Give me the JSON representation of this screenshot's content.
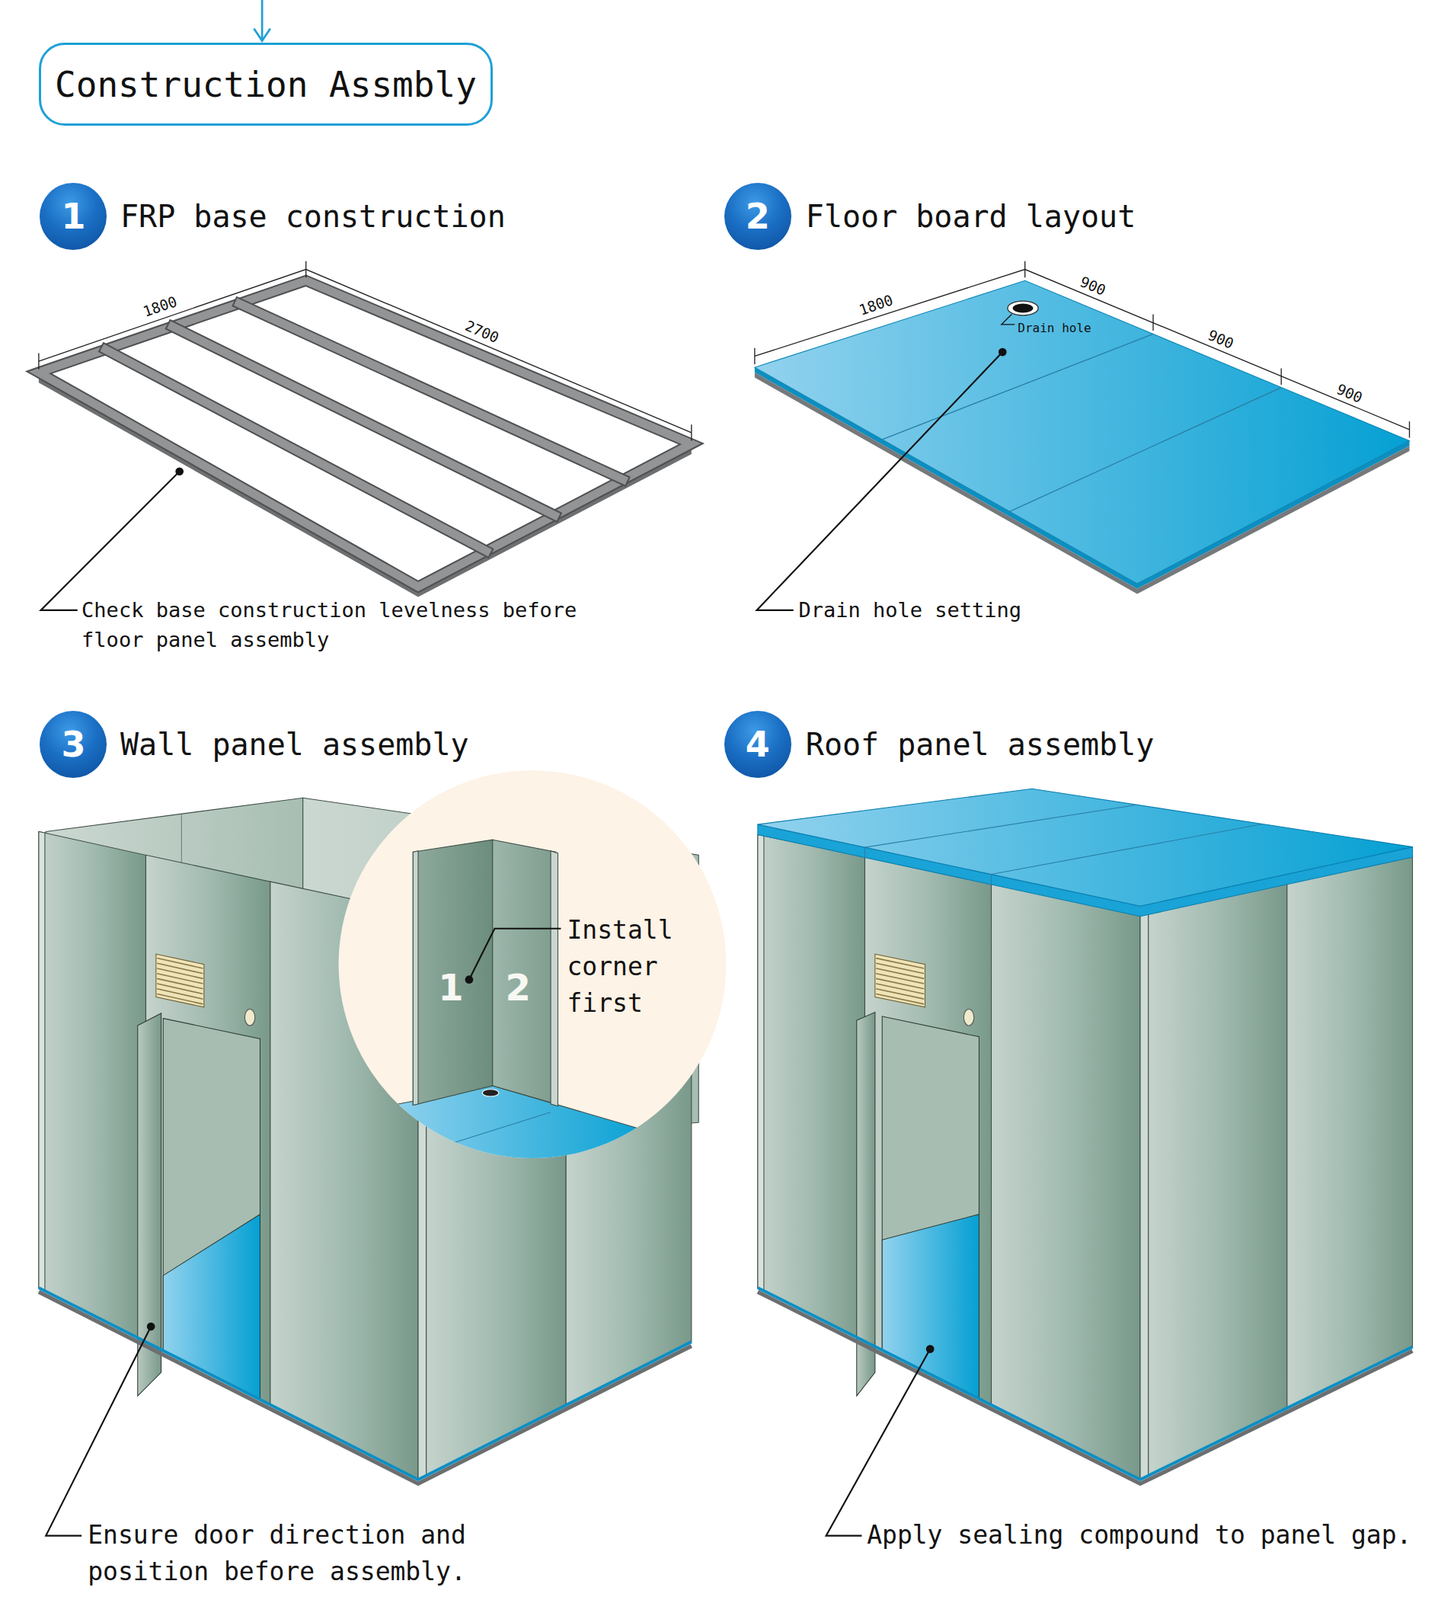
{
  "diagram": {
    "title": "Construction Assmbly",
    "nodes": [
      {
        "text": [
          "1",
          "FRP base construction"
        ]
      },
      {
        "text": [
          "2",
          "Floor board layout"
        ]
      },
      {
        "text": [
          "3",
          "Wall panel assembly"
        ]
      },
      {
        "text": [
          "1",
          "2",
          "Install corner first"
        ]
      },
      {
        "text": [
          "4",
          "Roof panel assembly"
        ]
      }
    ],
    "labels": [
      "1800",
      "2700",
      "Check base construction levelness before floor panel assembly",
      "1800",
      "900",
      "900",
      "900",
      "Drain hole",
      "Drain hole setting",
      "Ensure door direction and position before assembly.",
      "Apply sealing compound to panel gap."
    ]
  }
}
